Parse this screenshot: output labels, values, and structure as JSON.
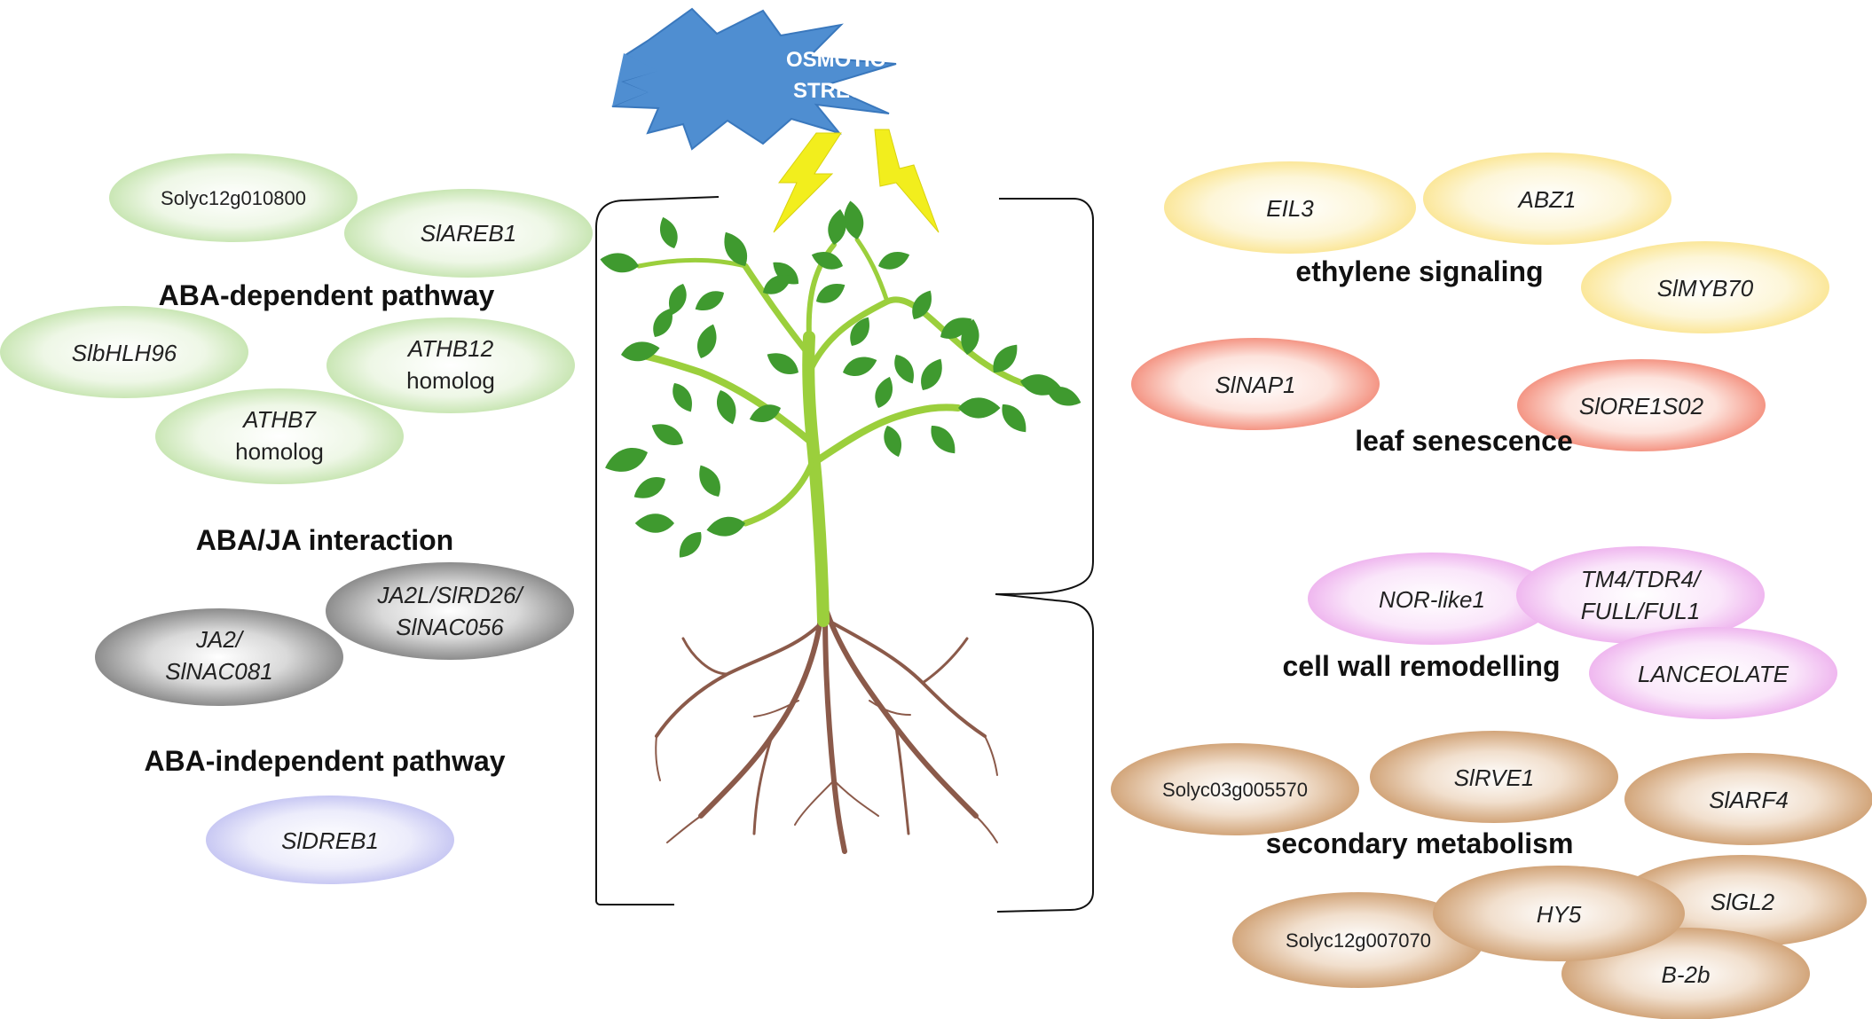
{
  "stress": {
    "line1": "OSMOTIC",
    "line2": "STRESS"
  },
  "headings": {
    "aba_dependent": "ABA-dependent pathway",
    "aba_ja": "ABA/JA interaction",
    "aba_independent": "ABA-independent pathway",
    "ethylene": "ethylene signaling",
    "senescence": "leaf senescence",
    "cell_wall": "cell wall remodelling",
    "secondary": "secondary metabolism"
  },
  "genes": {
    "solyc12g010800": "Solyc12g010800",
    "slareb1": "SlAREB1",
    "slbhlh96": "SlbHLH96",
    "athb12": "ATHB12",
    "athb12_sub": "homolog",
    "athb7": "ATHB7",
    "athb7_sub": "homolog",
    "ja2l_1": "JA2L/SlRD26/",
    "ja2l_2": "SlNAC056",
    "ja2_1": "JA2/",
    "ja2_2": "SlNAC081",
    "sldreb1": "SlDREB1",
    "eil3": "EIL3",
    "abz1": "ABZ1",
    "slmyb70": "SlMYB70",
    "slnap1": "SlNAP1",
    "slore1s02": "SlORE1S02",
    "nor_like1": "NOR-like1",
    "tm4_1": "TM4/TDR4/",
    "tm4_2": "FULL/FUL1",
    "lanceolate": "LANCEOLATE",
    "solyc03g005570": "Solyc03g005570",
    "slrve1": "SlRVE1",
    "slarf4": "SlARF4",
    "solyc12g007070": "Solyc12g007070",
    "hy5": "HY5",
    "slgl2": "SlGL2",
    "b2b": "B-2b"
  },
  "colors": {
    "green": "#c9e6b4",
    "yellow": "#fbe79a",
    "red": "#f6a99a",
    "pink": "#f3c6f3",
    "gray": "#9a9a9a",
    "blue": "#d3d3f6",
    "brown": "#d9ae85",
    "burst": "#4f8ed1",
    "lightning": "#f2ee1d"
  }
}
